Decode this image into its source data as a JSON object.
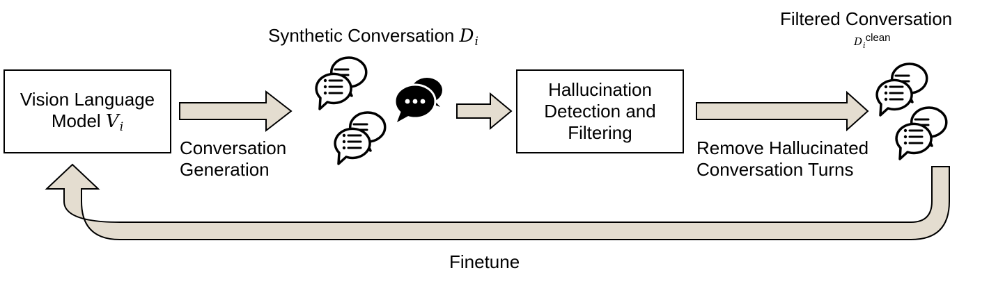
{
  "colors": {
    "arrow_fill": "#e4ddd0",
    "stroke": "#000000",
    "background": "#ffffff"
  },
  "vlm_box": {
    "line1": "Vision Language",
    "line2_text": "Model",
    "symbol": "V",
    "subscript": "i"
  },
  "conversation_generation": {
    "line1": "Conversation",
    "line2": "Generation"
  },
  "synthetic_conversation": {
    "text": "Synthetic Conversation",
    "symbol": "D",
    "subscript": "i"
  },
  "hallucination_box": {
    "line1": "Hallucination",
    "line2": "Detection and",
    "line3": "Filtering"
  },
  "remove_label": {
    "line1": "Remove Hallucinated",
    "line2": "Conversation Turns"
  },
  "filtered_conversation": {
    "text": "Filtered Conversation",
    "symbol": "D",
    "subscript": "i",
    "superscript": "clean"
  },
  "finetune_label": "Finetune",
  "icons": {
    "outline_chat": "speech-bubbles-outline-icon",
    "filled_chat": "chat-dots-filled-icon"
  }
}
